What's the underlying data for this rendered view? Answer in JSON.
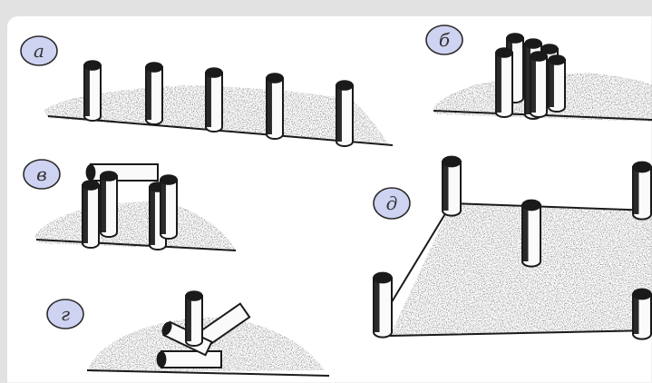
{
  "panels": [
    {
      "key": "a",
      "label": "а",
      "description_shape": "five-posts-in-row"
    },
    {
      "key": "b",
      "label": "б",
      "description_shape": "post-cluster"
    },
    {
      "key": "v",
      "label": "в",
      "description_shape": "frame-with-lintel"
    },
    {
      "key": "g",
      "label": "г",
      "description_shape": "log-pile"
    },
    {
      "key": "d",
      "label": "д",
      "description_shape": "square-plot-corner-posts"
    }
  ],
  "colors": {
    "ink": "#1a1a1a",
    "label_fill": "#cfd3f2",
    "label_stroke": "#2b2b2b",
    "stipple": "#3a3a3a",
    "background": "#ffffff"
  }
}
